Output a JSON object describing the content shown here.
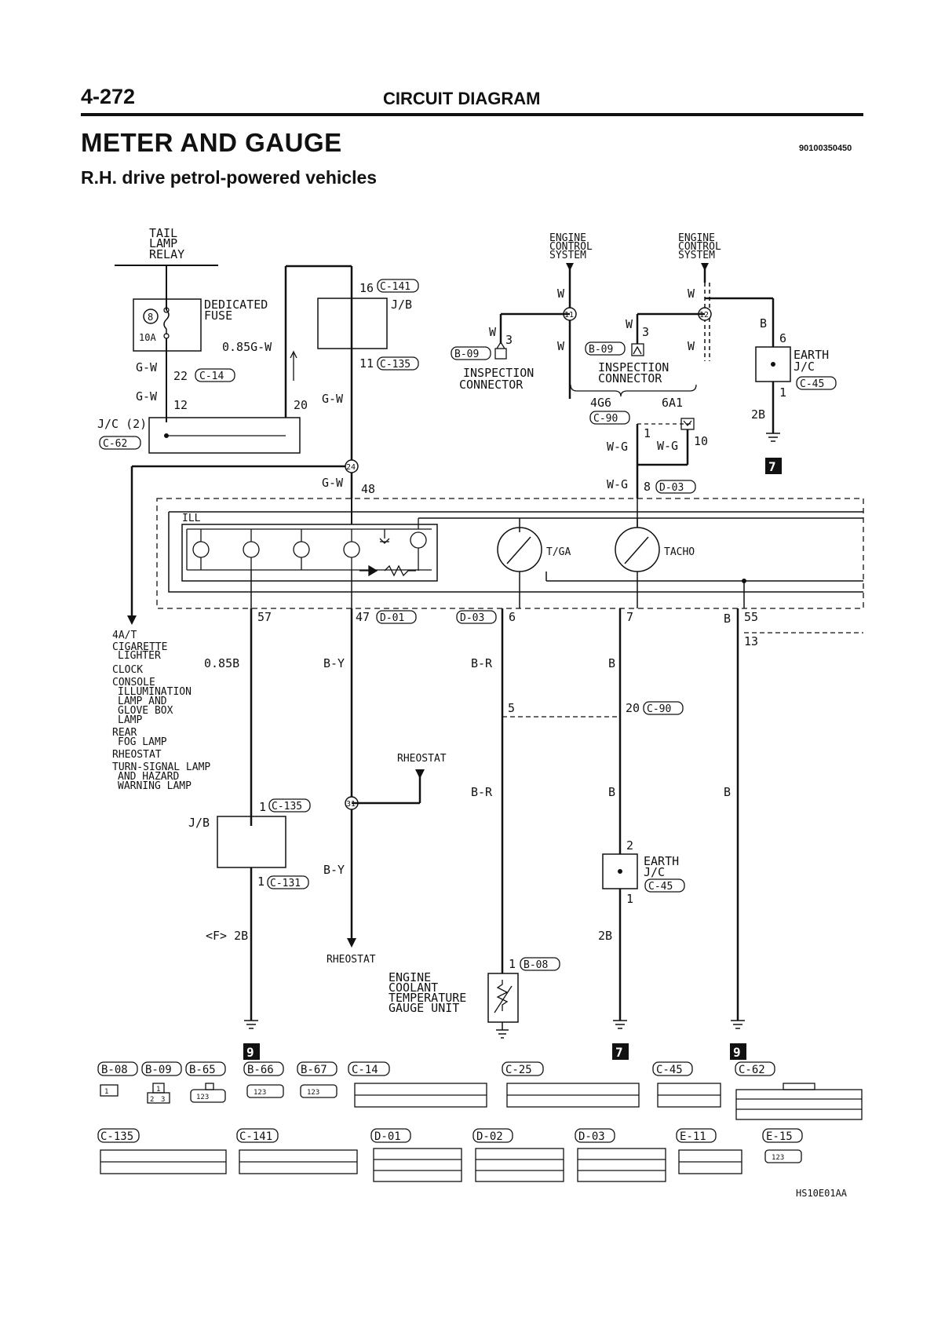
{
  "header": {
    "page_number": "4-272",
    "section_title": "CIRCUIT DIAGRAM",
    "main_title": "METER AND GAUGE",
    "doc_code": "90100350450",
    "subtitle": "R.H. drive petrol-powered vehicles"
  },
  "components": {
    "tail_lamp_relay": [
      "TAIL",
      "LAMP",
      "RELAY"
    ],
    "fuse_rating": "10A",
    "fuse_number": "8",
    "dedicated_fuse": [
      "DEDICATED",
      "FUSE"
    ],
    "jb_label": "J/B",
    "jc2_label": "J/C (2)",
    "engine_control_1": [
      "ENGINE",
      "CONTROL",
      "SYSTEM"
    ],
    "engine_control_2": [
      "ENGINE",
      "CONTROL",
      "SYSTEM"
    ],
    "inspection_connector_1": [
      "INSPECTION",
      "CONNECTOR"
    ],
    "inspection_connector_2": [
      "INSPECTION",
      "CONNECTOR"
    ],
    "earth_jc": [
      "EARTH",
      "J/C"
    ],
    "ill_label": "ILL",
    "tga_label": "T/GA",
    "tacho_label": "TACHO",
    "rheostat_label": "RHEOSTAT",
    "ect_gauge_unit": [
      "ENGINE",
      "COOLANT",
      "TEMPERATURE",
      "GAUGE UNIT"
    ],
    "engine_variants": [
      "4G6",
      "6A1"
    ],
    "ground_marks": [
      "7",
      "7",
      "9",
      "9"
    ],
    "figure_code": "HS10E01AA"
  },
  "wires": {
    "w08gw": "0.85G-W",
    "gw": "G-W",
    "w": "W",
    "b": "B",
    "wg": "W-G",
    "br": "B-R",
    "by": "B-Y",
    "w085b": "0.85B",
    "w2b": "2B",
    "wf2b": "<F> 2B"
  },
  "connectors": {
    "c141": "C-141",
    "c135": "C-135",
    "c14": "C-14",
    "c62": "C-62",
    "b09": "B-09",
    "c90": "C-90",
    "d03": "D-03",
    "c45": "C-45",
    "d01": "D-01",
    "c131": "C-131",
    "b08": "B-08"
  },
  "pins": {
    "p16": "16",
    "p11": "11",
    "p22": "22",
    "p12": "12",
    "p20": "20",
    "p3": "3",
    "p6": "6",
    "p1": "1",
    "p2": "2",
    "p10": "10",
    "p8": "8",
    "p48": "48",
    "p57": "57",
    "p47": "47",
    "p7": "7",
    "p55": "55",
    "p13": "13",
    "p5": "5",
    "p24": "24",
    "p31": "31"
  },
  "splices": {
    "s11": "11",
    "s12": "12",
    "s24": "24",
    "s31": "31"
  },
  "destinations": [
    "4A/T",
    "CIGARETTE",
    "LIGHTER",
    "CLOCK",
    "CONSOLE",
    "ILLUMINATION",
    "LAMP AND",
    "GLOVE BOX",
    "LAMP",
    "REAR",
    "FOG LAMP",
    "RHEOSTAT",
    "TURN-SIGNAL LAMP",
    "AND HAZARD",
    "WARNING LAMP"
  ],
  "connector_legend": {
    "row1": [
      "B-08",
      "B-09",
      "B-65",
      "B-66",
      "B-67",
      "C-14",
      "C-25",
      "C-45",
      "C-62"
    ],
    "row2": [
      "C-135",
      "C-141",
      "D-01",
      "D-02",
      "D-03",
      "E-11",
      "E-15"
    ],
    "b66_pins": "123",
    "b67_pins": "123",
    "b65_pins": "123",
    "e15_pins": "123",
    "b09_pins": [
      "1",
      "2",
      "3"
    ],
    "b08_pin": "1"
  }
}
